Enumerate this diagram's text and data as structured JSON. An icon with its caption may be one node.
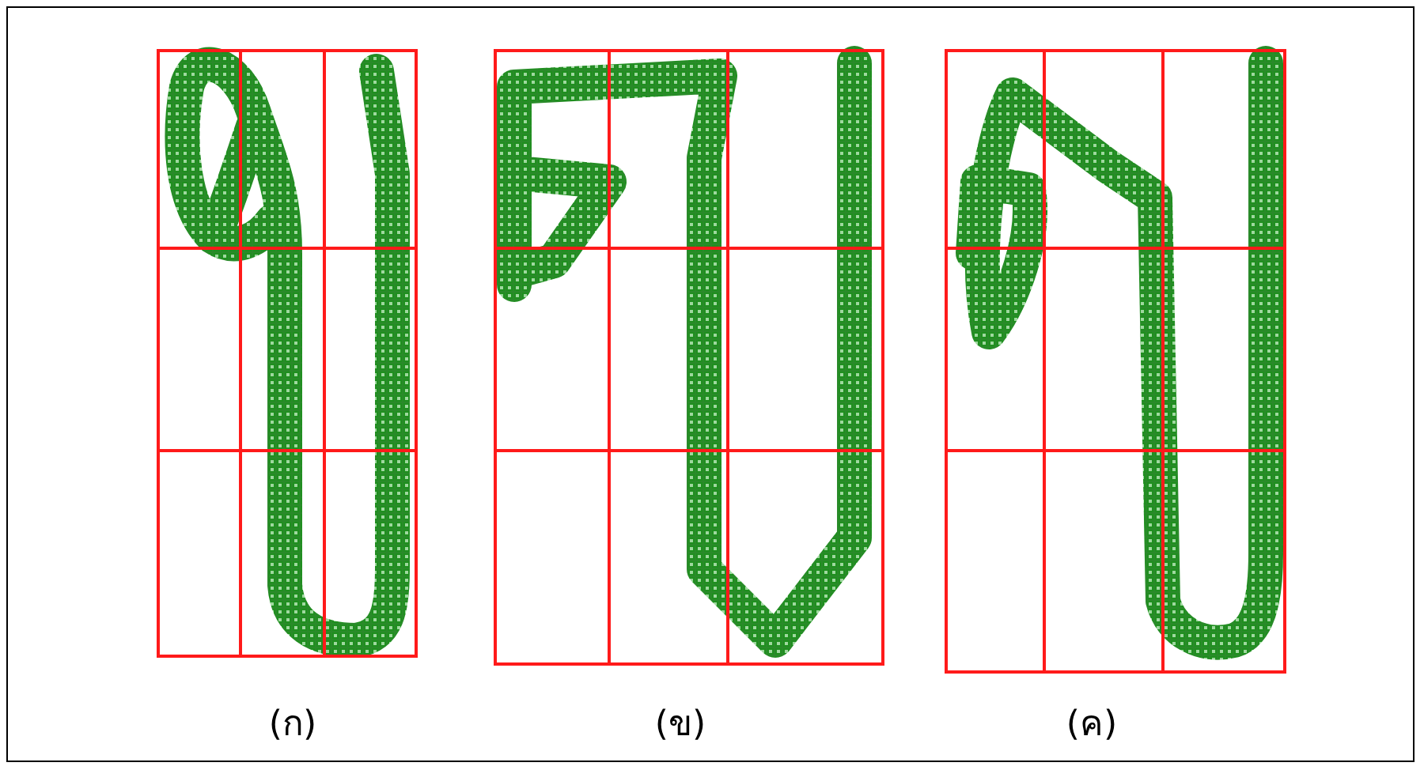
{
  "diagram": {
    "labels": [
      "(ก)",
      "(ข)",
      "(ค)"
    ]
  }
}
